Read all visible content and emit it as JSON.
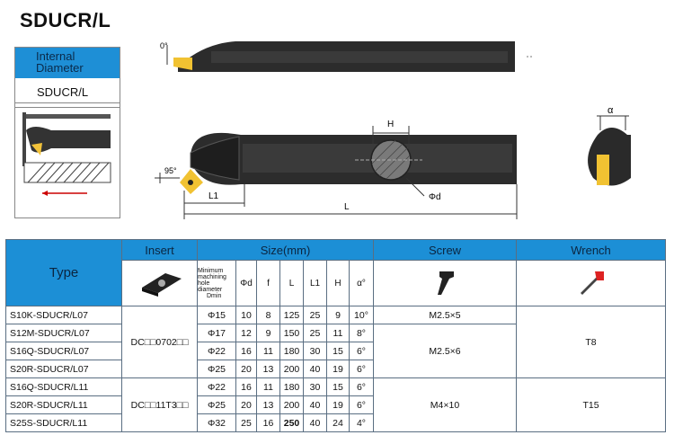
{
  "title": "SDUCR/L",
  "product_type": {
    "header": "Internal Diameter",
    "name": "SDUCR/L"
  },
  "drawing": {
    "angle_top": "0°",
    "label_H": "H",
    "label_alpha": "α",
    "label_95": "95°",
    "label_L1": "L1",
    "label_L": "L",
    "label_d": "Φd"
  },
  "table": {
    "headers": {
      "type": "Type",
      "insert": "Insert",
      "size": "Size(mm)",
      "screw": "Screw",
      "wrench": "Wrench"
    },
    "sub": {
      "dmin": "Minimum machining hole diameter",
      "dmin_sym": "Dmin",
      "d": "Φd",
      "f": "f",
      "L": "L",
      "L1": "L1",
      "H": "H",
      "a": "α°"
    },
    "rows": [
      {
        "type": "S10K-SDUCR/L07",
        "dmin": "Φ15",
        "d": "10",
        "f": "8",
        "L": "125",
        "L1": "25",
        "H": "9",
        "a": "10°"
      },
      {
        "type": "S12M-SDUCR/L07",
        "dmin": "Φ17",
        "d": "12",
        "f": "9",
        "L": "150",
        "L1": "25",
        "H": "11",
        "a": "8°"
      },
      {
        "type": "S16Q-SDUCR/L07",
        "dmin": "Φ22",
        "d": "16",
        "f": "11",
        "L": "180",
        "L1": "30",
        "H": "15",
        "a": "6°"
      },
      {
        "type": "S20R-SDUCR/L07",
        "dmin": "Φ25",
        "d": "20",
        "f": "13",
        "L": "200",
        "L1": "40",
        "H": "19",
        "a": "6°"
      },
      {
        "type": "S16Q-SDUCR/L11",
        "dmin": "Φ22",
        "d": "16",
        "f": "11",
        "L": "180",
        "L1": "30",
        "H": "15",
        "a": "6°"
      },
      {
        "type": "S20R-SDUCR/L11",
        "dmin": "Φ25",
        "d": "20",
        "f": "13",
        "L": "200",
        "L1": "40",
        "H": "19",
        "a": "6°"
      },
      {
        "type": "S25S-SDUCR/L11",
        "dmin": "Φ32",
        "d": "25",
        "f": "16",
        "L": "250",
        "L1": "40",
        "H": "24",
        "a": "4°"
      }
    ],
    "inserts": [
      "DC□□0702□□",
      "DC□□11T3□□"
    ],
    "screws": [
      "M2.5×5",
      "M2.5×6",
      "M4×10"
    ],
    "wrenches": [
      "T8",
      "T15"
    ]
  }
}
